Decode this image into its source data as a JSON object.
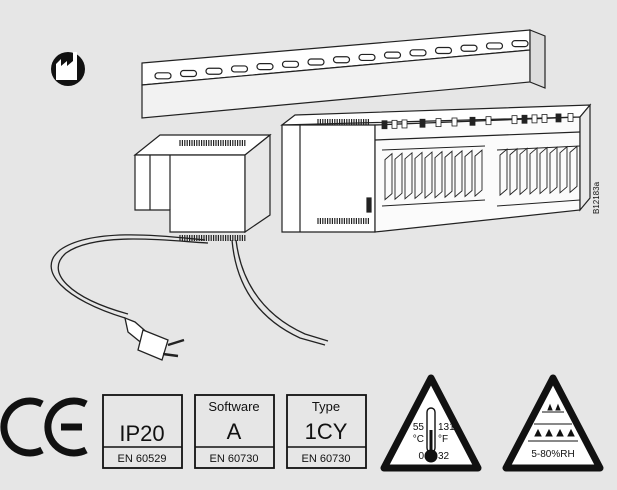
{
  "figure_code": "B12183a",
  "labels": [
    {
      "id": "ip",
      "title": "IP20",
      "sub": "EN 60529"
    },
    {
      "id": "software",
      "heading": "Software",
      "title": "A",
      "sub": "EN 60730"
    },
    {
      "id": "type",
      "heading": "Type",
      "title": "1CY",
      "sub": "EN 60730"
    }
  ],
  "temperature": {
    "c_max": "55",
    "c_unit": "°C",
    "c_min": "0",
    "f_max": "131",
    "f_unit": "°F",
    "f_min": "32"
  },
  "humidity": {
    "range": "5-80%RH"
  },
  "icons": [
    "factory-icon",
    "ce-mark-icon",
    "thermometer-icon",
    "humidity-icon"
  ]
}
